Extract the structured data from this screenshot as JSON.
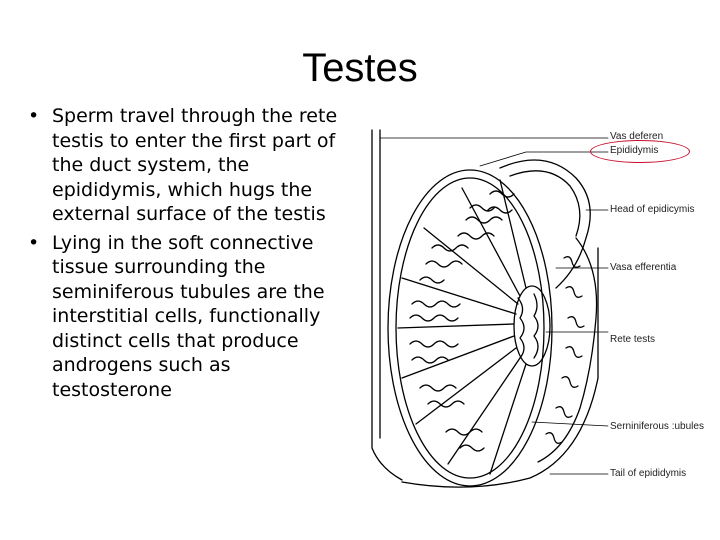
{
  "slide": {
    "title": "Testes",
    "bullets": [
      {
        "marker": "•",
        "text": "Sperm travel through the rete testis to enter the first part of the duct system, the epididymis, which hugs the external surface of the testis"
      },
      {
        "marker": "•",
        "text": "Lying in the soft connective tissue surrounding the seminiferous tubules are the interstitial cells, functionally distinct cells that produce androgens such as testosterone"
      }
    ]
  },
  "figure": {
    "labels": {
      "vas_deferens": "Vas deferen",
      "epididymis": "Epididymis",
      "head_of_epididymis": "Head of epidicymis",
      "vasa_efferentia": "Vasa efferentia",
      "rete_testis": "Rete tests",
      "seminiferous_tubules": "Serniniferous :ubules",
      "tail_of_epididymis": "Tail of epididymis"
    },
    "highlight_color": "#c8102e"
  }
}
